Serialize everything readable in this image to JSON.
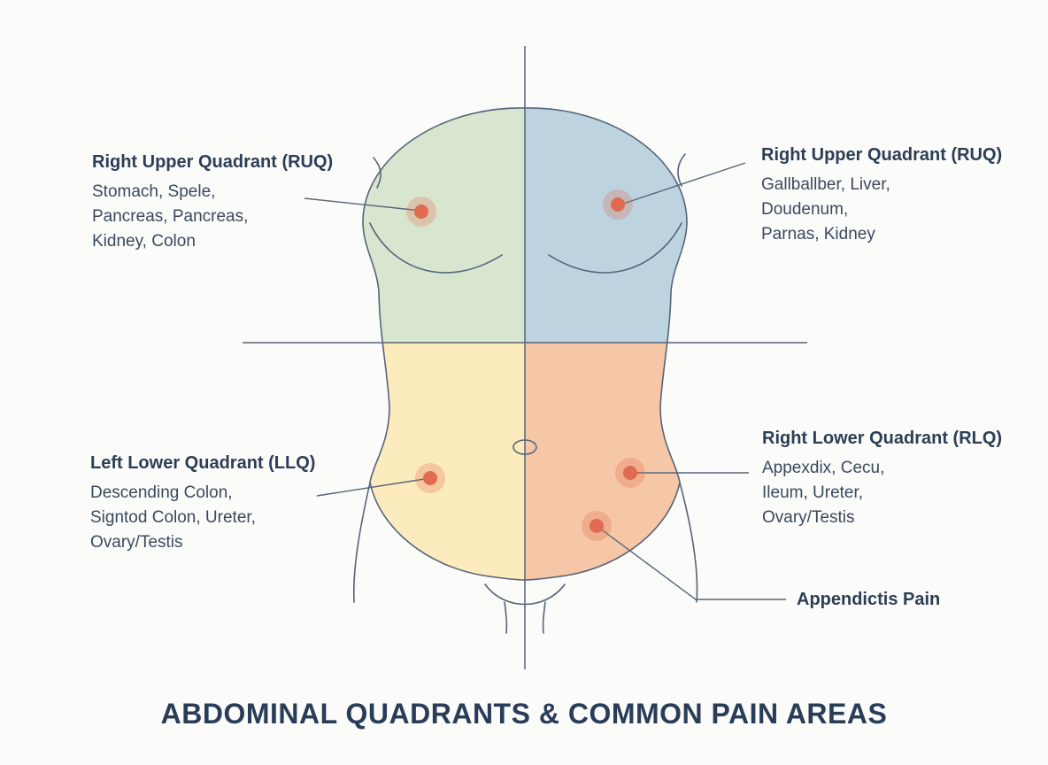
{
  "title": "ABDOMINAL QUADRANTS & COMMON PAIN AREAS",
  "colors": {
    "upper_left": "#d9e6cf",
    "upper_right": "#bed3e0",
    "lower_left": "#fcebbd",
    "lower_right": "#f6c7a6",
    "outline": "#55657a",
    "marker": "#e06a52",
    "text": "#2c3e55"
  },
  "quadrants": [
    {
      "id": "ruq-left",
      "title": "Right Upper Quadrant (RUQ)",
      "lines": [
        "Stomach, Spele,",
        "Pancreas, Pancreas,",
        "Kidney, Colon"
      ]
    },
    {
      "id": "ruq-right",
      "title": "Right Upper Quadrant (RUQ)",
      "lines": [
        "Gallballber, Liver,",
        "Doudenum,",
        "Parnas, Kidney"
      ]
    },
    {
      "id": "llq",
      "title": "Left Lower Quadrant (LLQ)",
      "lines": [
        "Descending Colon,",
        "Signtod Colon, Ureter,",
        "Ovary/Testis"
      ]
    },
    {
      "id": "rlq",
      "title": "Right Lower Quadrant (RLQ)",
      "lines": [
        "Appexdix, Cecu,",
        "Ileum, Ureter,",
        "Ovary/Testis"
      ]
    }
  ],
  "callout": {
    "label": "Appendictis Pain"
  }
}
